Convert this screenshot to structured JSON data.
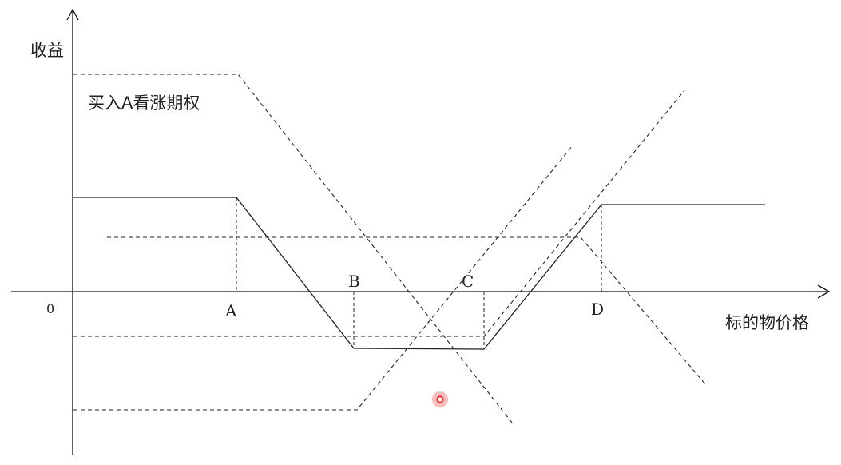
{
  "axes": {
    "y_label": "收益",
    "x_label": "标的物价格",
    "origin": "0"
  },
  "annotation": {
    "buy_call_a": "买入A看涨期权"
  },
  "ticks": {
    "a": "A",
    "b": "B",
    "c": "C",
    "d": "D"
  },
  "cursor": {
    "color": "#e8322e"
  }
}
